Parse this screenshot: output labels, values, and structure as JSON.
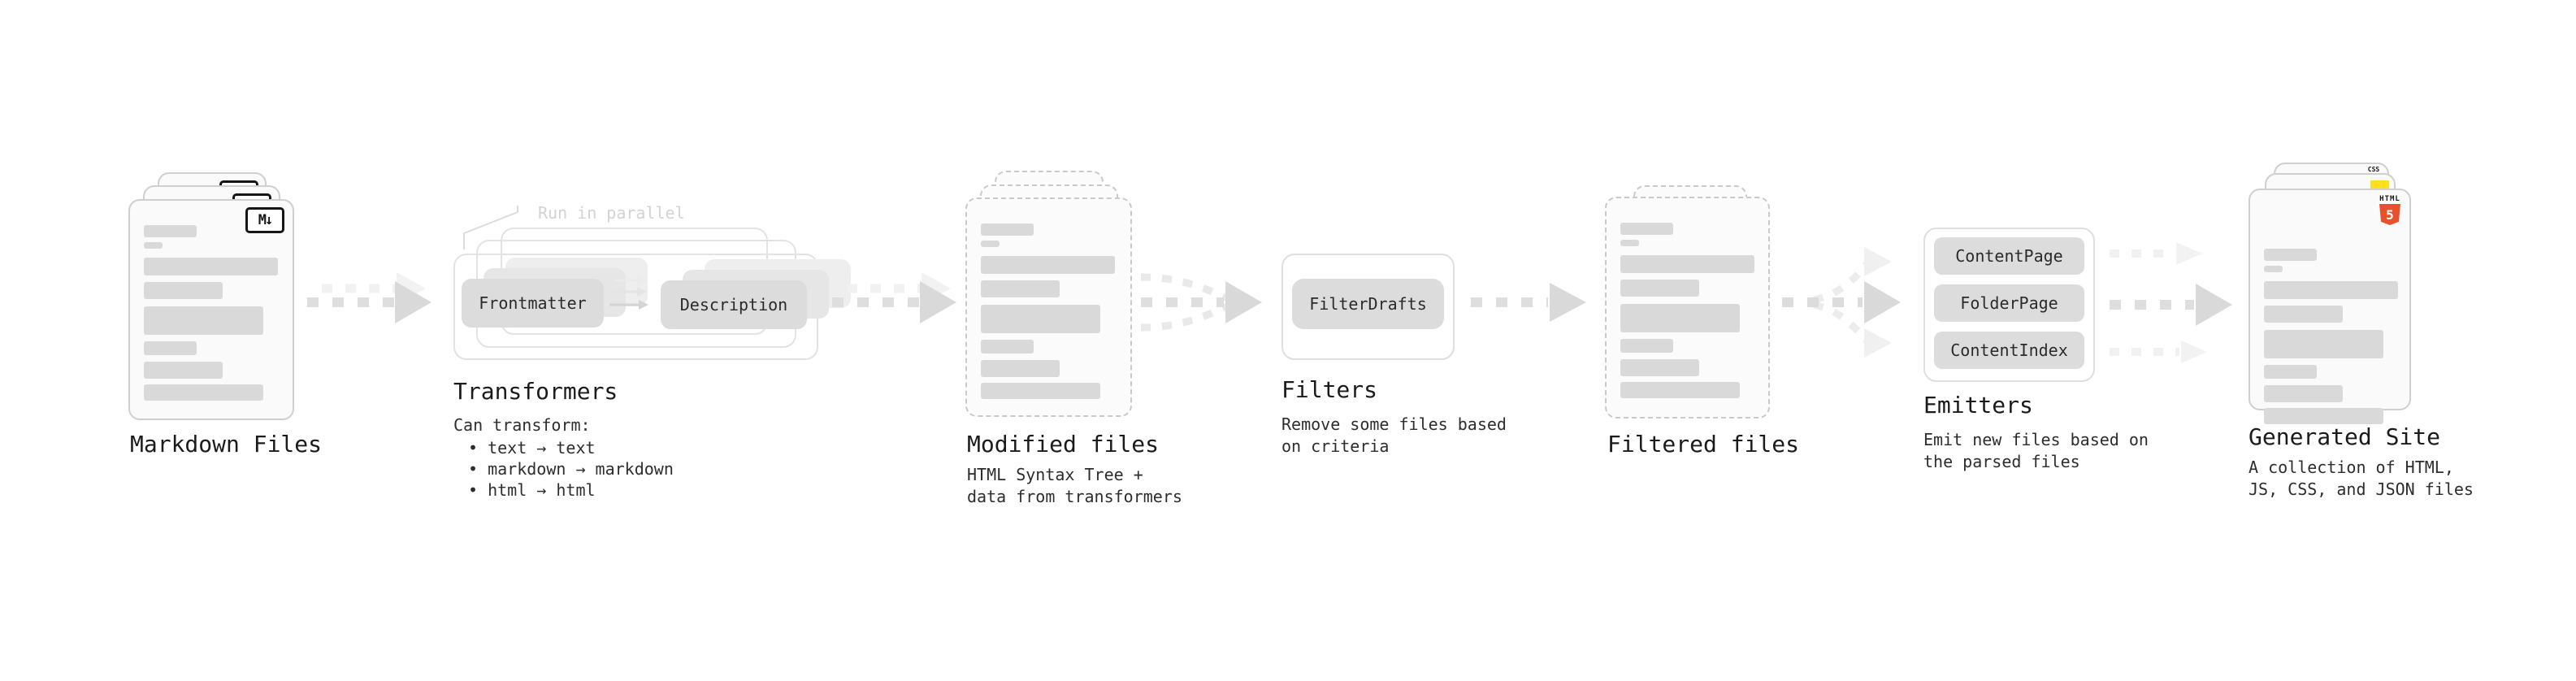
{
  "diagram": {
    "nodes": {
      "markdown_files": {
        "label": "Markdown Files",
        "file_icon": "M↓"
      },
      "transformers": {
        "label": "Transformers",
        "annotation": "Run in parallel",
        "pills": [
          "Frontmatter",
          "Description"
        ],
        "description_title": "Can transform:",
        "bullets": [
          "text → text",
          "markdown → markdown",
          "html → html"
        ]
      },
      "modified_files": {
        "label": "Modified files",
        "description": "HTML Syntax Tree +\ndata from transformers"
      },
      "filters": {
        "label": "Filters",
        "pill": "FilterDrafts",
        "description": "Remove some files based\non criteria"
      },
      "filtered_files": {
        "label": "Filtered files"
      },
      "emitters": {
        "label": "Emitters",
        "pills": [
          "ContentPage",
          "FolderPage",
          "ContentIndex"
        ],
        "description": "Emit new files based on\nthe parsed files"
      },
      "generated_site": {
        "label": "Generated Site",
        "description": "A collection of HTML,\nJS, CSS, and JSON files",
        "badges": {
          "html_label": "HTML",
          "html_number": "5",
          "css_label": "CSS"
        }
      }
    },
    "colors": {
      "html5_orange": "#e8512b",
      "js_yellow": "#ffdf1e",
      "css_blue": "#2a62f2",
      "placeholder_gray": "#d9d9d9",
      "annotation_gray": "#d3d3d3",
      "arrow_gray": "#d9d9d9",
      "arrow_light_gray": "#f1f1f1"
    }
  }
}
